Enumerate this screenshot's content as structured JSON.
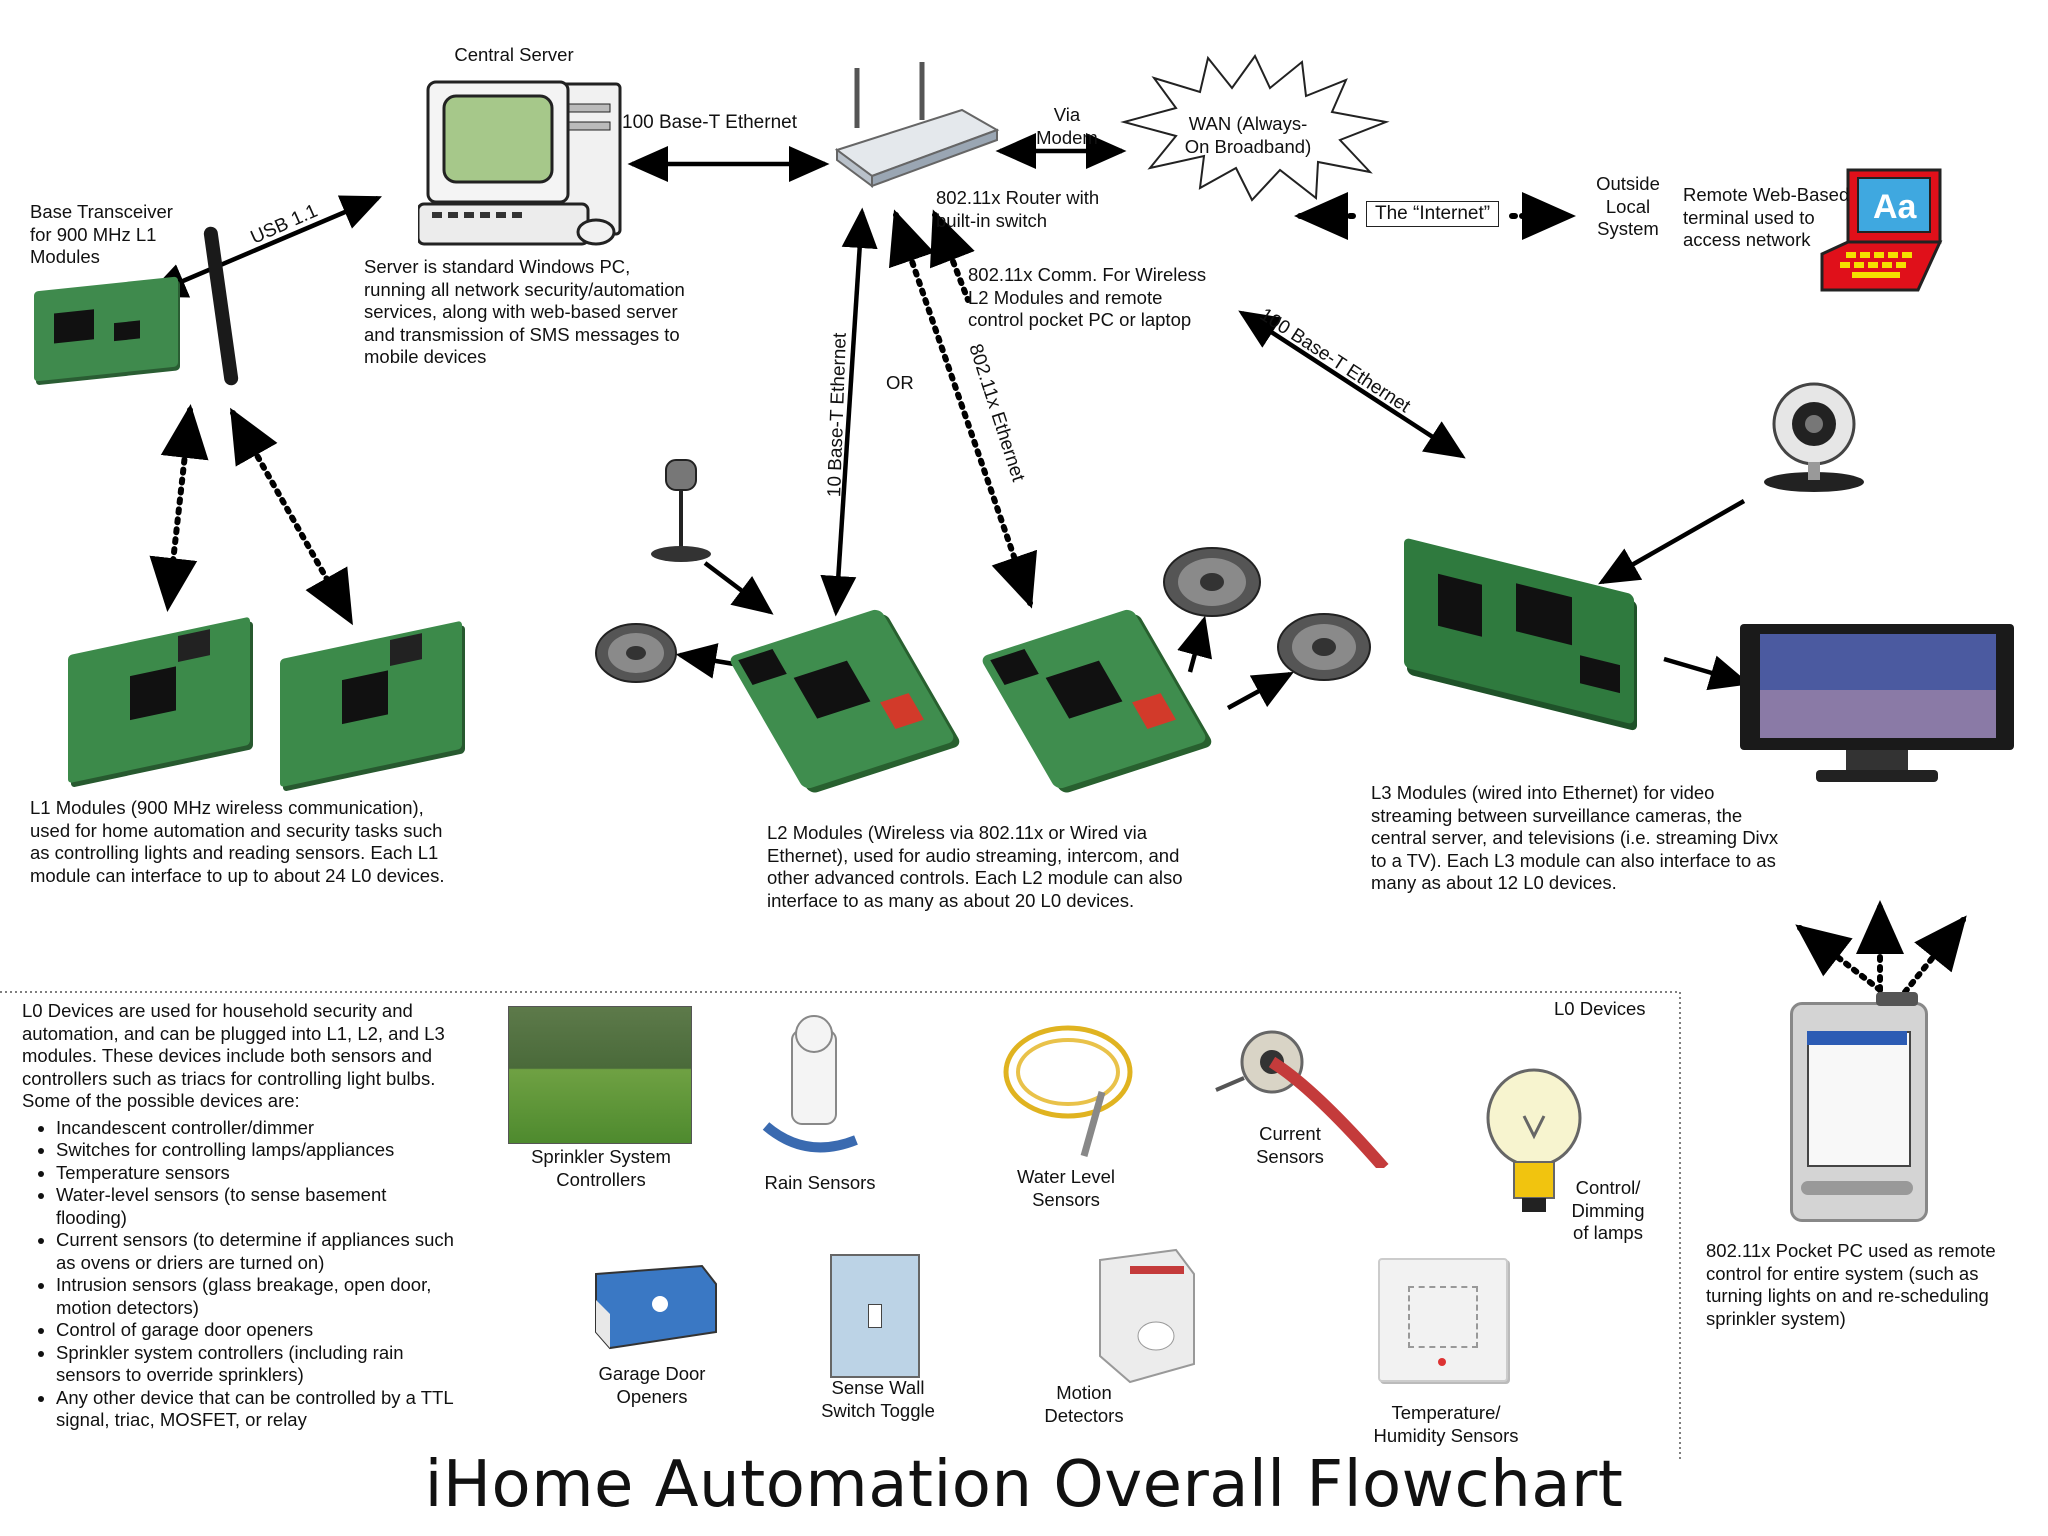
{
  "title": "iHome Automation Overall Flowchart",
  "nodes": {
    "central_server": "Central Server",
    "server_desc": "Server is standard Windows PC,\nrunning all network security/automation\nservices, along with web-based server\nand transmission of SMS messages to\nmobile devices",
    "base_transceiver": "Base Transceiver\nfor 900 MHz L1\nModules",
    "router": "802.11x Router with\nbuilt-in switch",
    "via_modem": "Via\nModem",
    "wan": "WAN (Always-\nOn Broadband)",
    "internet": "The “Internet”",
    "outside_local": "Outside\nLocal\nSystem",
    "remote_terminal": "Remote Web-Based\nterminal used to\naccess network",
    "wireless_comm": "802.11x Comm. For Wireless\nL2 Modules and remote\ncontrol pocket PC or laptop",
    "or": "OR",
    "l1_modules": "L1 Modules (900 MHz wireless communication),\nused for home automation and security tasks such\nas controlling lights and reading sensors. Each L1\nmodule can interface to up to about 24 L0 devices.",
    "l2_modules": "L2 Modules (Wireless via 802.11x or Wired via\nEthernet), used for audio streaming, intercom, and\nother advanced controls. Each L2 module can also\ninterface to as many as about 20 L0 devices.",
    "l3_modules": "L3 Modules (wired into Ethernet) for video\nstreaming between surveillance cameras, the\ncentral server, and televisions (i.e. streaming Divx\nto a TV). Each L3 module can also interface to as\nmany as about 12 L0 devices.",
    "pocket_pc": "802.11x Pocket PC used as remote\ncontrol for entire system (such as\nturning lights on and re-scheduling\nsprinkler system)"
  },
  "links": {
    "usb": "USB 1.1",
    "eth_server_router": "100 Base-T Ethernet",
    "eth_router_l3": "100 Base-T Ethernet",
    "eth_router_l2": "10 Base-T Ethernet",
    "wifi_router_l2": "802.11x Ethernet"
  },
  "l0": {
    "heading": "L0 Devices",
    "intro": "L0 Devices are used for household security and automation, and can be plugged into L1, L2, and L3 modules. These devices include both sensors and controllers such as triacs for controlling light bulbs.  Some of the possible devices are:",
    "list": [
      "Incandescent controller/dimmer",
      "Switches for controlling lamps/appliances",
      "Temperature sensors",
      "Water-level sensors (to sense basement flooding)",
      "Current sensors (to determine if appliances such as ovens or driers are turned on)",
      "Intrusion sensors (glass breakage, open door, motion detectors)",
      "Control of garage door openers",
      "Sprinkler system controllers (including rain sensors to override sprinklers)",
      "Any other device that can be controlled by a TTL signal, triac, MOSFET, or relay"
    ],
    "devices": {
      "sprinkler": "Sprinkler System\nControllers",
      "rain": "Rain Sensors",
      "water": "Water Level\nSensors",
      "current": "Current\nSensors",
      "lamp": "Control/\nDimming\nof lamps",
      "garage": "Garage Door\nOpeners",
      "switch": "Sense Wall\nSwitch Toggle",
      "motion": "Motion\nDetectors",
      "temp": "Temperature/\nHumidity Sensors"
    }
  },
  "lamp_letters": "Aa"
}
